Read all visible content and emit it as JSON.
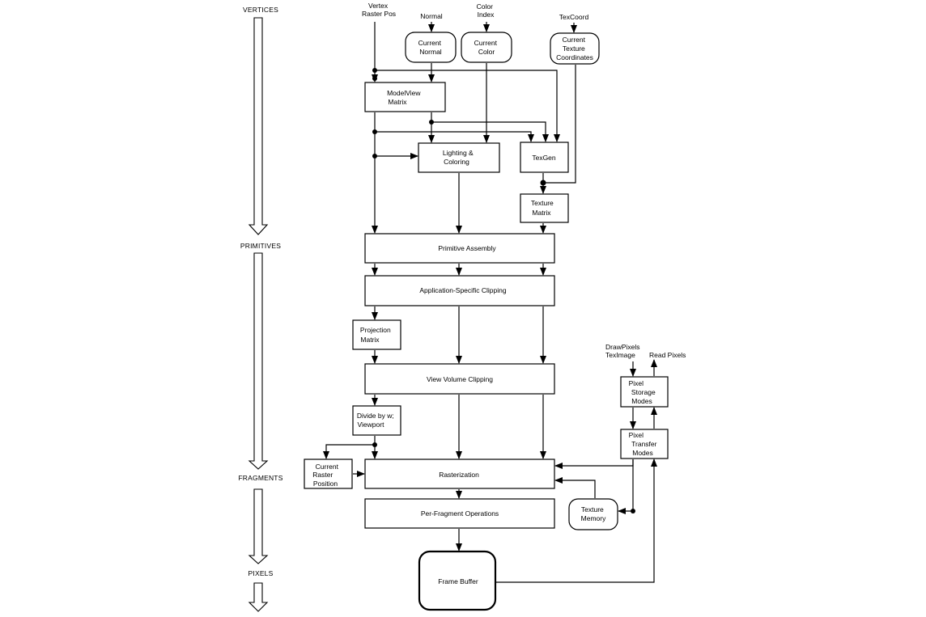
{
  "stages": {
    "vertices": "VERTICES",
    "primitives": "PRIMITIVES",
    "fragments": "FRAGMENTS",
    "pixels": "PIXELS"
  },
  "inputs": {
    "vertex_raster_pos": [
      "Vertex",
      "Raster Pos"
    ],
    "normal": [
      "Normal"
    ],
    "color_index": [
      "Color",
      "Index"
    ],
    "texcoord": [
      "TexCoord"
    ],
    "drawpixels_teximage": [
      "DrawPixels",
      "TexImage"
    ],
    "read_pixels": [
      "Read Pixels"
    ]
  },
  "state": {
    "current_normal": [
      "Current",
      "Normal"
    ],
    "current_color": [
      "Current",
      "Color"
    ],
    "current_texture_coordinates": [
      "Current",
      "Texture",
      "Coordinates"
    ],
    "current_raster_position": [
      "Current",
      "Raster",
      "Position"
    ],
    "texture_memory": [
      "Texture",
      "Memory"
    ]
  },
  "blocks": {
    "modelview_matrix": [
      "ModelView",
      "Matrix"
    ],
    "lighting_coloring": [
      "Lighting &",
      "Coloring"
    ],
    "texgen": [
      "TexGen"
    ],
    "texture_matrix": [
      "Texture",
      "Matrix"
    ],
    "primitive_assembly": [
      "Primitive Assembly"
    ],
    "app_clipping": [
      "Application-Specific Clipping"
    ],
    "projection_matrix": [
      "Projection",
      "Matrix"
    ],
    "view_volume_clipping": [
      "View Volume Clipping"
    ],
    "divide_viewport": [
      "Divide by w;",
      "Viewport"
    ],
    "rasterization": [
      "Rasterization"
    ],
    "per_fragment_ops": [
      "Per-Fragment Operations"
    ],
    "frame_buffer": [
      "Frame Buffer"
    ],
    "pixel_storage_modes": [
      "Pixel",
      "Storage",
      "Modes"
    ],
    "pixel_transfer_modes": [
      "Pixel",
      "Transfer",
      "Modes"
    ]
  }
}
